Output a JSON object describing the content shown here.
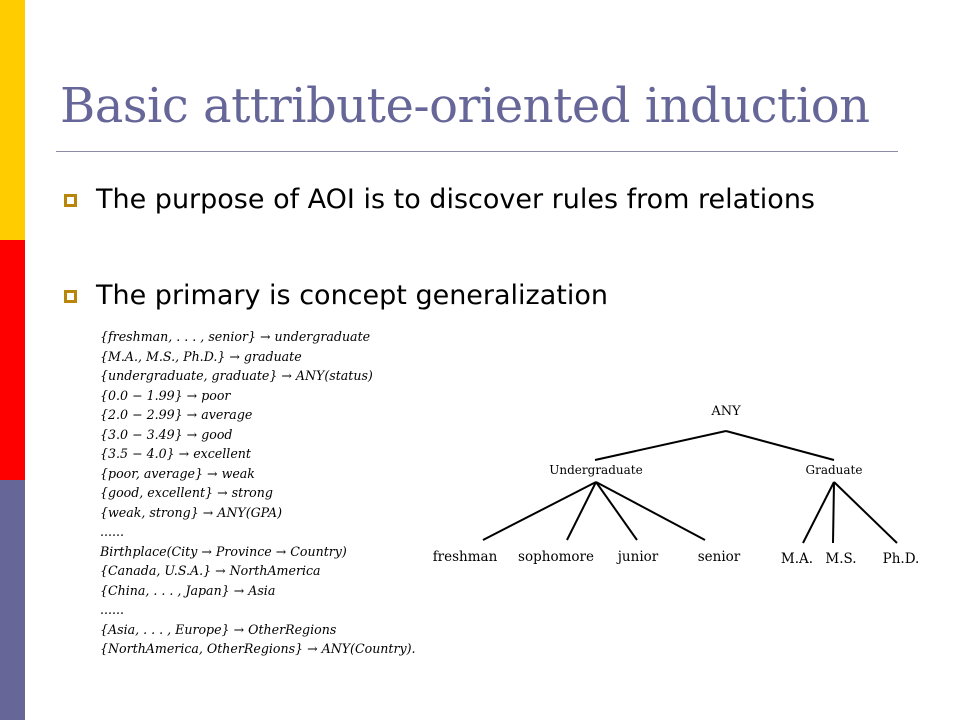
{
  "title": "Basic attribute-oriented induction",
  "bullets": [
    {
      "text": "The purpose of AOI is to discover rules from relations"
    },
    {
      "text": "The primary is concept generalization"
    }
  ],
  "rules": [
    "{freshman, . . . , senior} → undergraduate",
    "{M.A., M.S., Ph.D.} → graduate",
    "{undergraduate, graduate} → ANY(status)",
    "{0.0 − 1.99} → poor",
    "{2.0 − 2.99} → average",
    "{3.0 − 3.49} → good",
    "{3.5 − 4.0} → excellent",
    "{poor, average} → weak",
    "{good, excellent} → strong",
    "{weak, strong} → ANY(GPA)",
    "......",
    "Birthplace(City → Province → Country)",
    "{Canada, U.S.A.} → NorthAmerica",
    "{China, . . . , Japan} → Asia",
    "......",
    "{Asia, . . . , Europe} → OtherRegions",
    "{NorthAmerica, OtherRegions} → ANY(Country)."
  ],
  "tree": {
    "root": "ANY",
    "undergraduate": {
      "label": "Undergraduate",
      "children": [
        "freshman",
        "sophomore",
        "junior",
        "senior"
      ]
    },
    "graduate": {
      "label": "Graduate",
      "children": [
        "M.A.",
        "M.S.",
        "Ph.D."
      ]
    }
  },
  "colors": {
    "title": "#666699",
    "bar_top": "#ffcc00",
    "bar_middle": "#ff0000",
    "bar_bottom": "#666699",
    "bullet_marker": "#b8860b"
  }
}
